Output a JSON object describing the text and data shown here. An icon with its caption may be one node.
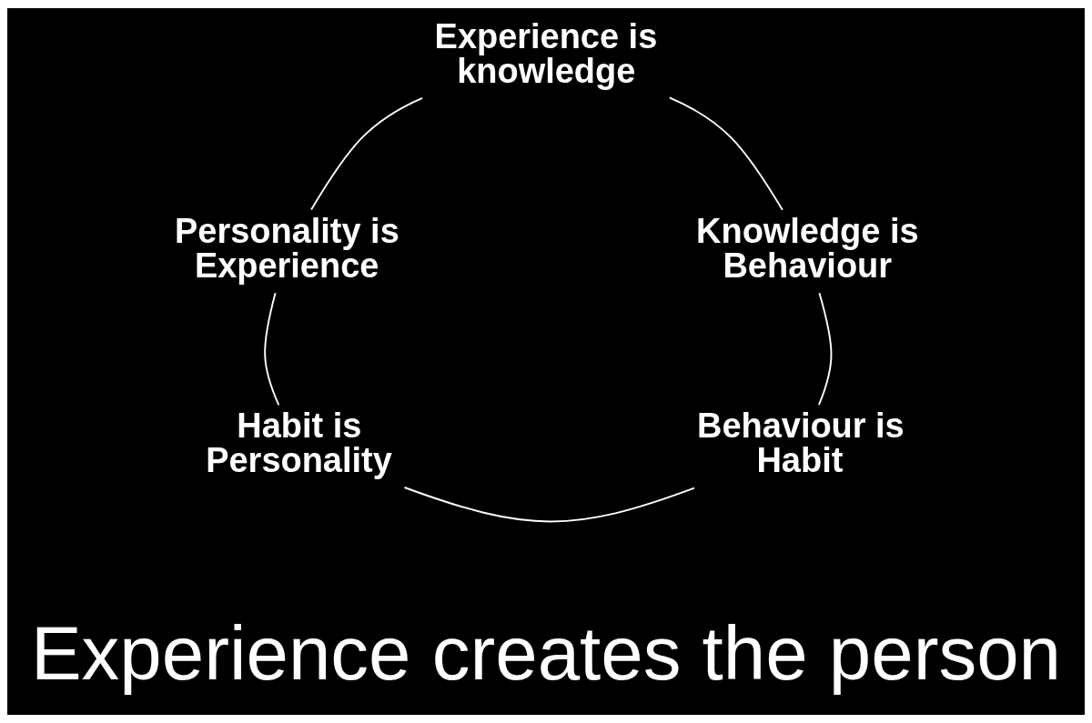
{
  "diagram": {
    "caption": "Experience creates the person",
    "nodes": [
      {
        "text": [
          "Experience is knowledge"
        ]
      },
      {
        "text": [
          "Personality is Experience"
        ]
      },
      {
        "text": [
          "Knowledge is Behaviour"
        ]
      },
      {
        "text": [
          "Habit is Personality"
        ]
      },
      {
        "text": [
          "Behaviour is Habit"
        ]
      }
    ],
    "edges": [
      {
        "from": 0,
        "to": 2,
        "arrow": "none"
      },
      {
        "from": 2,
        "to": 4,
        "arrow": "none"
      },
      {
        "from": 4,
        "to": 3,
        "arrow": "none"
      },
      {
        "from": 3,
        "to": 1,
        "arrow": "none"
      },
      {
        "from": 1,
        "to": 0,
        "arrow": "none"
      }
    ]
  }
}
